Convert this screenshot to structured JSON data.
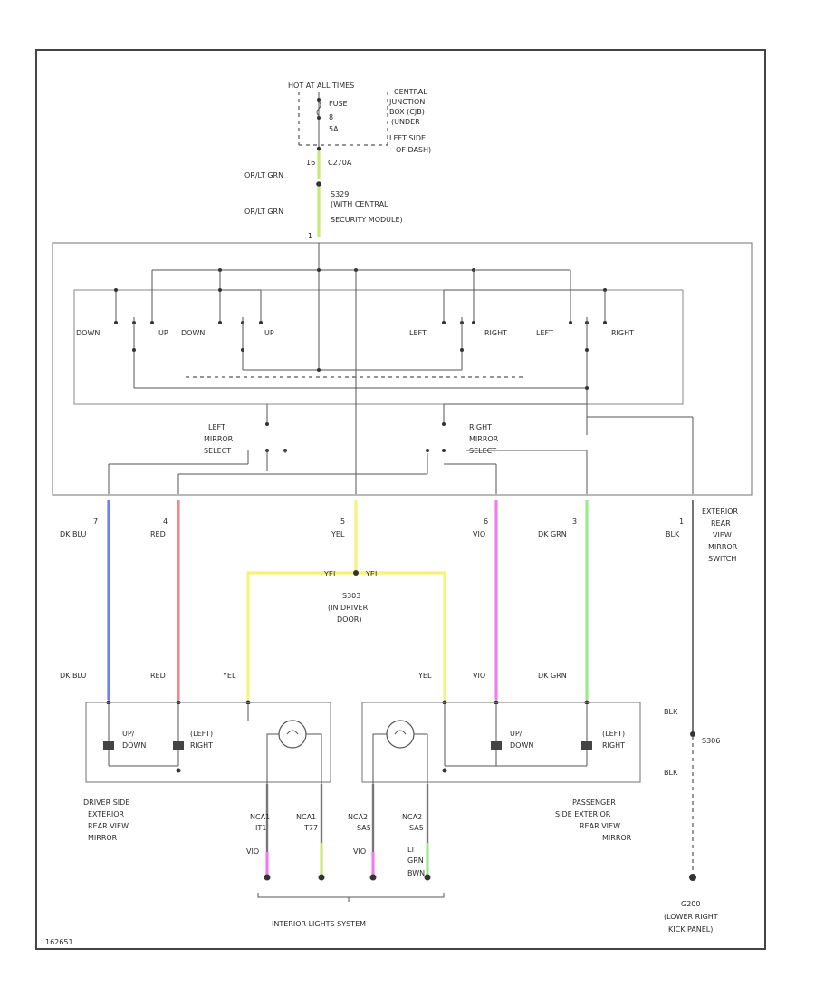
{
  "colors": {
    "blue": "#6f80e8",
    "red": "#ef8a8a",
    "yellow": "#f6f27a",
    "violet": "#ef7cf0",
    "green": "#9ee88c",
    "gray": "#777777",
    "olive": "#c8e87a"
  },
  "top": {
    "fuse_line1": "HOT AT ALL TIMES",
    "fuse_label": "FUSE",
    "fuse_rating": "8",
    "fuse_rating2": "5A",
    "cjb_1": "CENTRAL",
    "cjb_2": "JUNCTION",
    "cjb_3": "BOX (CJB)",
    "cjb_4": "(UNDER",
    "cjb_5": "LEFT SIDE",
    "cjb_6": "OF DASH)",
    "pin_16": "16",
    "conn_c270a": "C270A",
    "wire_orglt_grn1": "OR/LT GRN",
    "wire_orglt_grn2": "OR/LT GRN",
    "splice_1": "S329",
    "splice_2": "(WITH CENTRAL",
    "splice_3": "SECURITY MODULE)",
    "pin_1": "1"
  },
  "switch": {
    "down_l": "DOWN",
    "up_l": "UP",
    "down_l2": "DOWN",
    "up_l2": "UP",
    "left_r": "LEFT",
    "right_r": "RIGHT",
    "left_r2": "LEFT",
    "right_r2": "RIGHT",
    "left_sel_1": "LEFT",
    "left_sel_2": "MIRROR",
    "left_sel_3": "SELECT",
    "right_sel_1": "RIGHT",
    "right_sel_2": "MIRROR",
    "right_sel_3": "SELECT",
    "ext_1": "EXTERIOR",
    "ext_2": "REAR",
    "ext_3": "VIEW",
    "ext_4": "MIRROR",
    "ext_5": "SWITCH"
  },
  "wires": {
    "p7": "7",
    "p4": "4",
    "p5": "5",
    "p6": "6",
    "p3": "3",
    "p1": "1",
    "dk_blu": "DK BLU",
    "red": "RED",
    "yel": "YEL",
    "vio": "VIO",
    "dk_grn": "DK GRN",
    "blk": "BLK",
    "yel_left": "YEL",
    "yel_right": "YEL",
    "s303_1": "S303",
    "s303_2": "(IN DRIVER",
    "s303_3": "DOOR)",
    "dk_blu_b": "DK BLU",
    "red_b": "RED",
    "yel_b": "YEL",
    "yel_b2": "YEL",
    "vio_b": "VIO",
    "dk_grn_b": "DK GRN",
    "blk_b1": "BLK",
    "s_ground": "S306",
    "blk_b2": "BLK"
  },
  "mirrors": {
    "updown_1": "UP/",
    "updown_2": "DOWN",
    "leftright_1": "(LEFT)",
    "leftright_2": "RIGHT",
    "updown_r1": "UP/",
    "updown_r2": "DOWN",
    "leftright_r1": "(LEFT)",
    "leftright_r2": "RIGHT",
    "driver_1": "DRIVER SIDE",
    "driver_2": "EXTERIOR",
    "driver_3": "REAR VIEW",
    "driver_4": "MIRROR",
    "pass_1": "PASSENGER",
    "pass_2": "SIDE EXTERIOR",
    "pass_3": "REAR VIEW",
    "pass_4": "MIRROR"
  },
  "bottom": {
    "w1a": "NCA1",
    "w1b": "IT1",
    "w1c": "VIO",
    "w2a": "NCA1",
    "w2b": "T77",
    "w3a": "NCA2",
    "w3b": "SA5",
    "w3c": "VIO",
    "w4a": "NCA2",
    "w4b": "SA5",
    "w4c": "LT",
    "w4d": "GRN",
    "w4e": "BWN",
    "system": "INTERIOR LIGHTS SYSTEM",
    "g200_1": "G200",
    "g200_2": "(LOWER RIGHT",
    "g200_3": "KICK PANEL)",
    "fig_id": "162651"
  }
}
